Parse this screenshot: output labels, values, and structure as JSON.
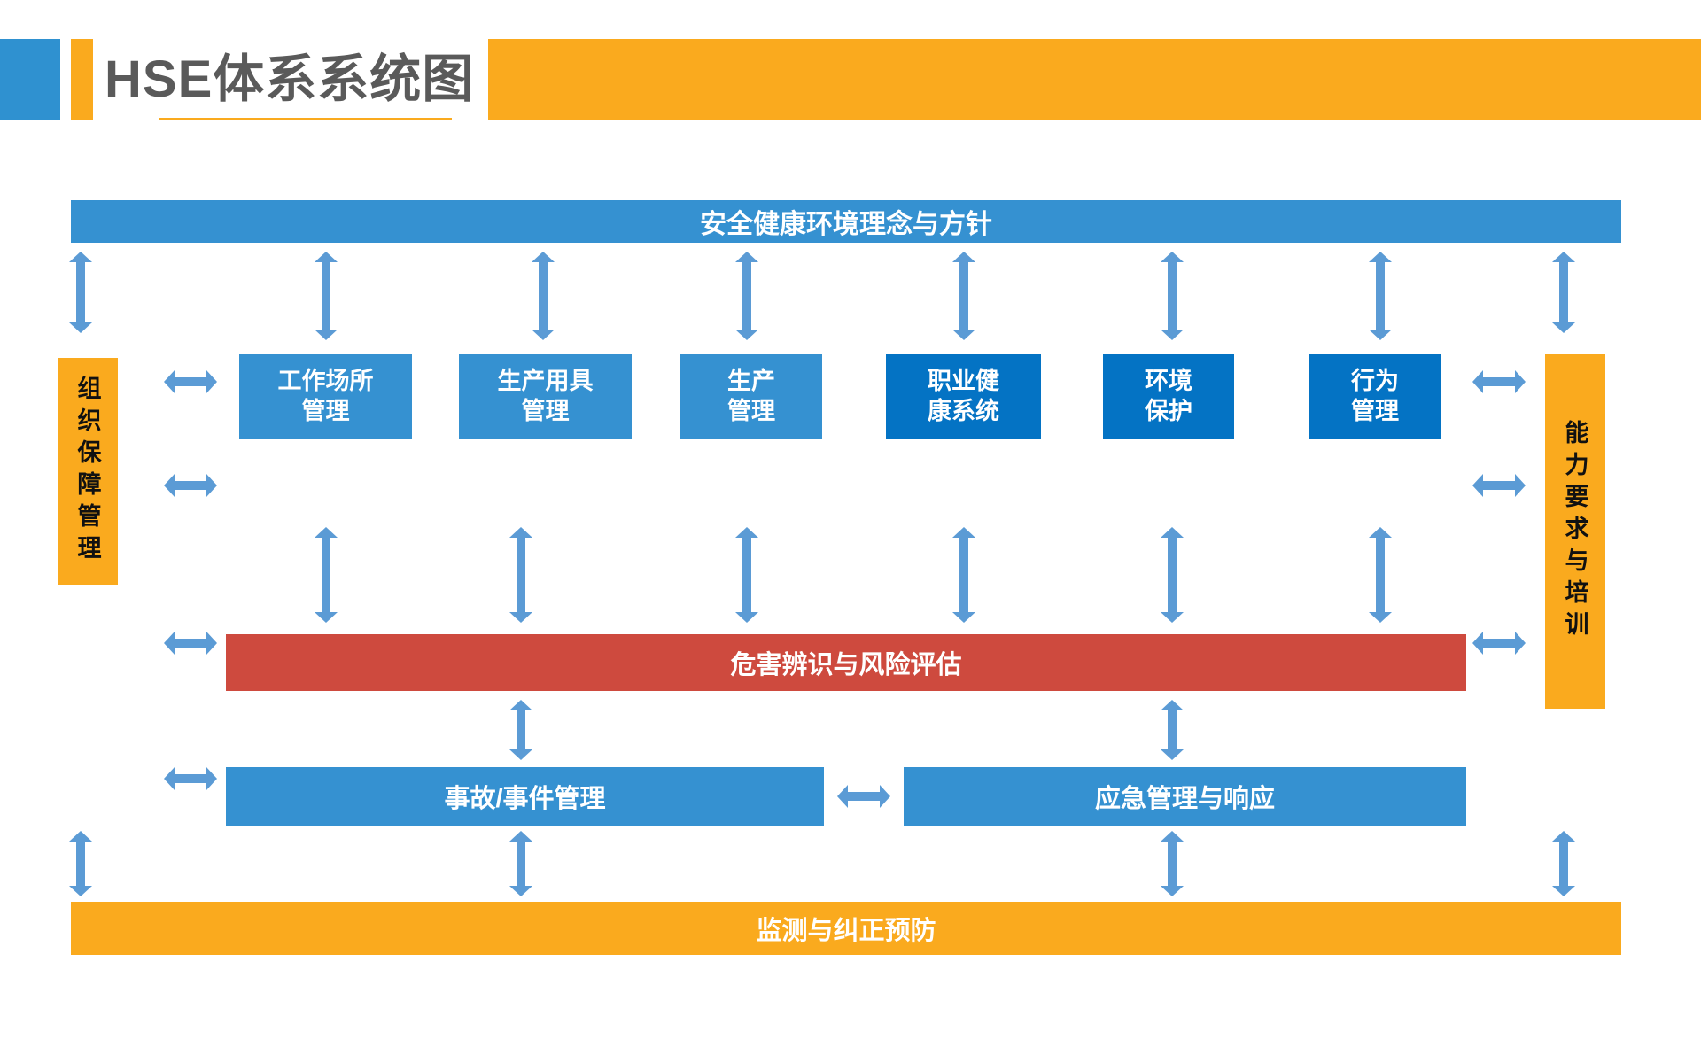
{
  "slide": {
    "title": "HSE体系系统图",
    "colors": {
      "accent_blue": "#3591d1",
      "accent_blue_dark": "#0473c4",
      "accent_orange": "#faaa1e",
      "accent_red": "#ce4a3e",
      "arrow_blue": "#5b9bd5",
      "title_text": "#5a5a5a"
    }
  },
  "diagram": {
    "type": "block-diagram",
    "policy_bar": {
      "label": "安全健康环境理念与方针",
      "color": "#3591d1"
    },
    "left_pillar": {
      "label": "组织保障管理",
      "color": "#faaa1e"
    },
    "right_pillar": {
      "label": "能力要求与培训",
      "color": "#faaa1e"
    },
    "modules": [
      {
        "label": "工作场所管理",
        "line1": "工作场所",
        "line2": "管理",
        "color": "#3591d1"
      },
      {
        "label": "生产用具管理",
        "line1": "生产用具",
        "line2": "管理",
        "color": "#3591d1"
      },
      {
        "label": "生产管理",
        "line1": "生产",
        "line2": "管理",
        "color": "#3591d1"
      },
      {
        "label": "职业健康系统",
        "line1": "职业健",
        "line2": "康系统",
        "color": "#0473c4"
      },
      {
        "label": "环境保护",
        "line1": "环境",
        "line2": "保护",
        "color": "#0473c4"
      },
      {
        "label": "行为管理",
        "line1": "行为",
        "line2": "管理",
        "color": "#0473c4"
      }
    ],
    "hazard_bar": {
      "label": "危害辨识与风险评估",
      "color": "#ce4a3e"
    },
    "response_row": [
      {
        "label": "事故/事件管理",
        "color": "#3591d1"
      },
      {
        "label": "应急管理与响应",
        "color": "#3591d1"
      }
    ],
    "monitoring_bar": {
      "label": "监测与纠正预防",
      "color": "#faaa1e"
    }
  }
}
